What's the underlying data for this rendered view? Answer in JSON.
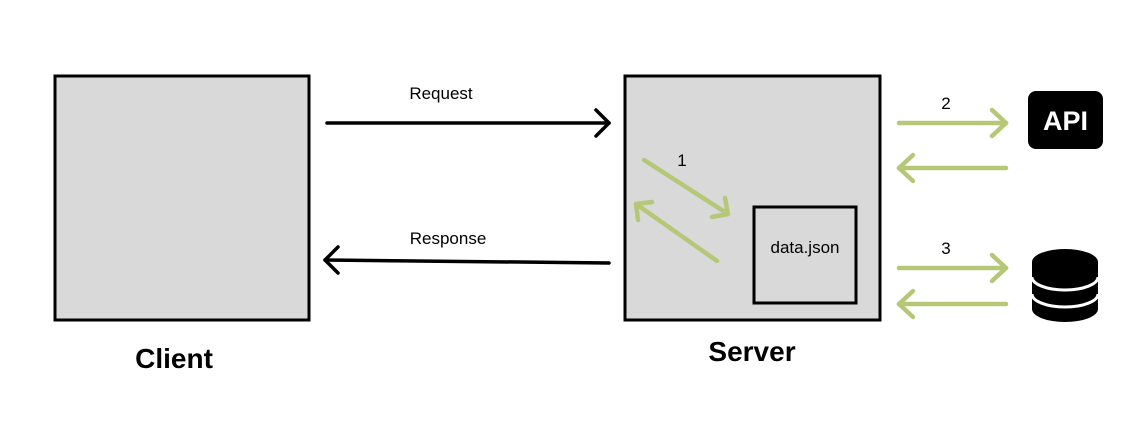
{
  "client": {
    "label": "Client"
  },
  "server": {
    "label": "Server",
    "file_label": "data.json"
  },
  "arrows": {
    "request_label": "Request",
    "response_label": "Response",
    "step1_label": "1",
    "step2_label": "2",
    "step3_label": "3"
  },
  "api": {
    "label": "API",
    "icon": "api-icon"
  },
  "database": {
    "icon": "database-icon"
  },
  "colors": {
    "box_fill": "#d9d9d9",
    "green_arrow": "#b6c777",
    "black": "#000000"
  }
}
